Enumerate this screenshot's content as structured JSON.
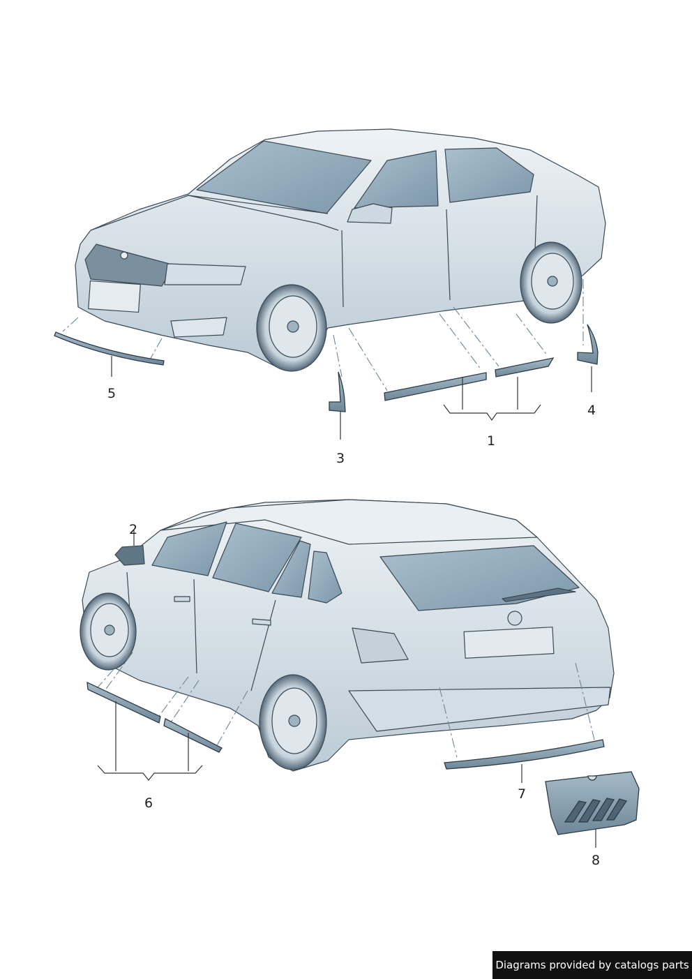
{
  "callouts": {
    "c1": "1",
    "c2": "2",
    "c3": "3",
    "c4": "4",
    "c5": "5",
    "c6": "6",
    "c7": "7",
    "c8": "8"
  },
  "footer": {
    "text": "Diagrams provided by catalogs parts"
  },
  "colors": {
    "body_light": "#e6edf2",
    "body_mid": "#c3d2dc",
    "glass": "#8fa9ba",
    "part_fill": "#8aa3b3",
    "outline": "#2d3b45",
    "footer_bg": "#111111"
  }
}
